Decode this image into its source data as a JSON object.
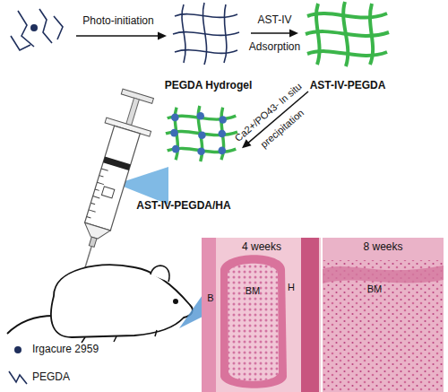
{
  "diagram": {
    "nodes": [
      {
        "text": [
          "PEGDA Hydrogel"
        ]
      },
      {
        "text": [
          "AST-IV-PEGDA"
        ]
      },
      {
        "text": [
          "AST-IV-PEGDA/HA"
        ]
      },
      {
        "text": [
          "4 weeks"
        ]
      },
      {
        "text": [
          "8 weeks"
        ]
      }
    ],
    "edges": [
      {
        "from": 0,
        "to": 1,
        "label": "AST-IV Adsorption",
        "arrow": "to"
      },
      {
        "from": 1,
        "to": 2,
        "label": "Ca2+/PO43- In situ precipitation",
        "arrow": "to"
      }
    ],
    "labels": [
      "Photo-initiation",
      "B",
      "BM",
      "H",
      "BM"
    ],
    "legend": [
      {
        "text": "Irgacure 2959"
      },
      {
        "text": "PEGDA"
      }
    ]
  }
}
